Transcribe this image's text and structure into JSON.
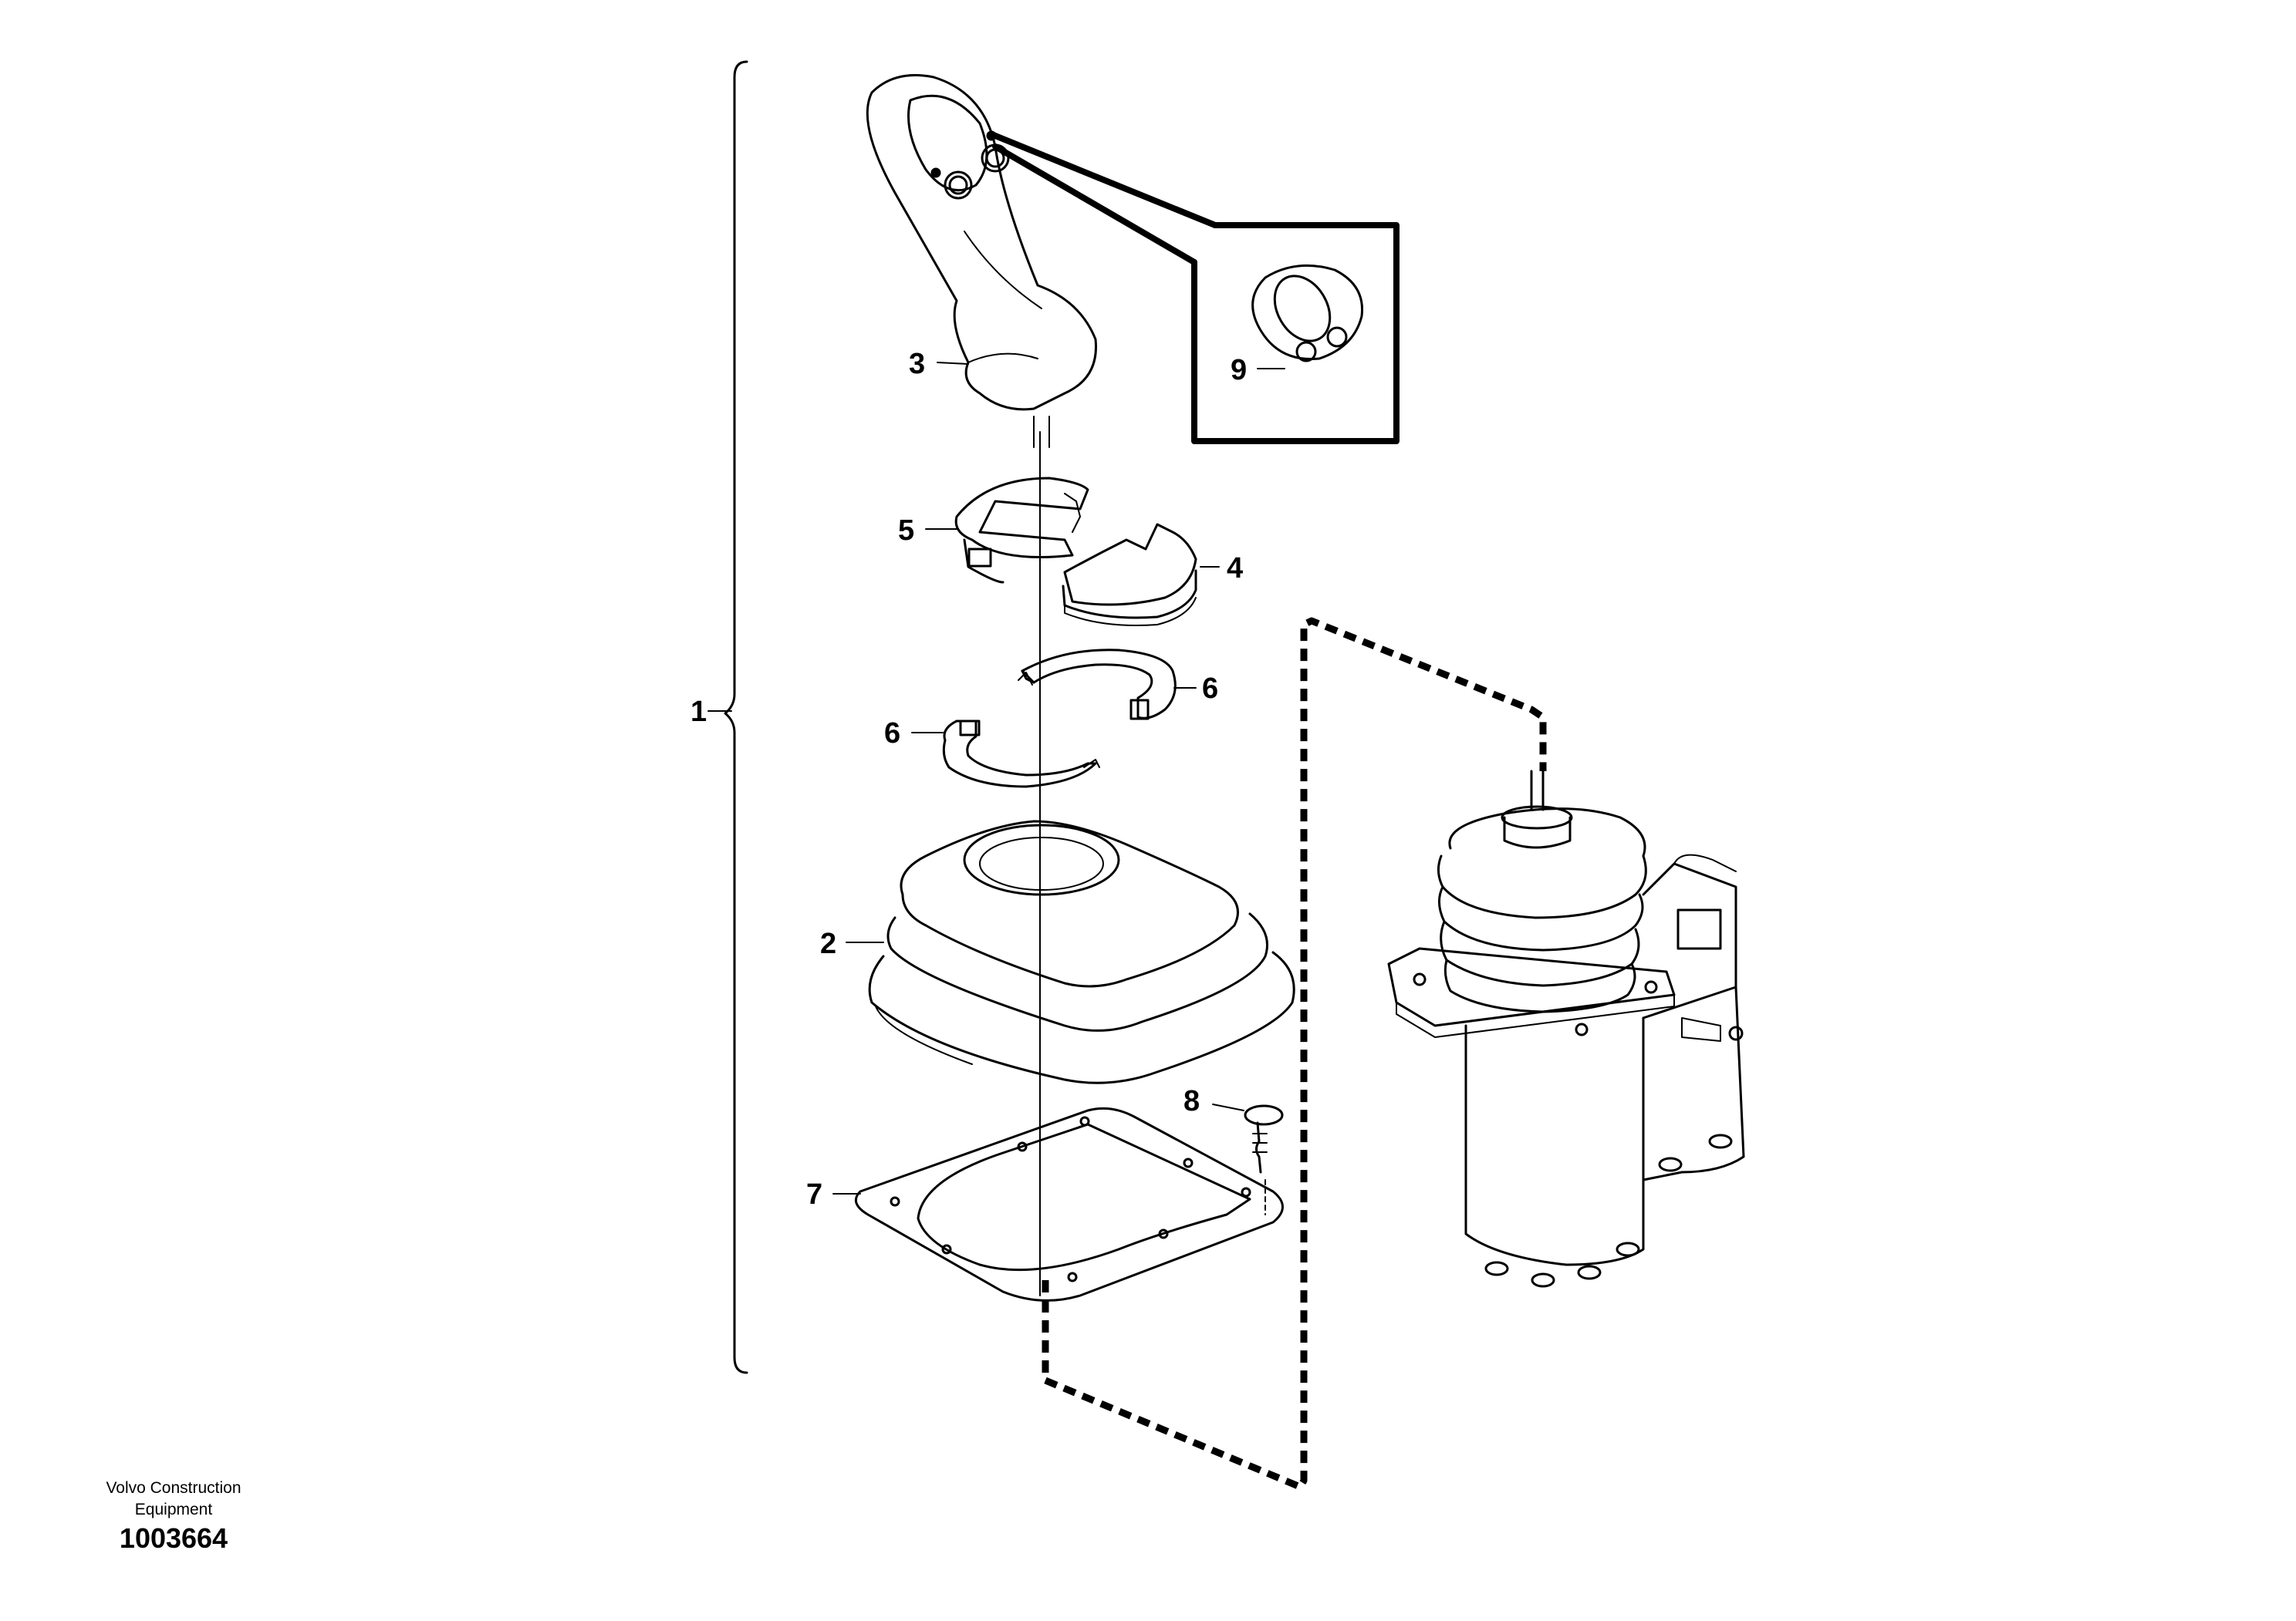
{
  "diagram": {
    "callouts": {
      "c1": "1",
      "c2": "2",
      "c3": "3",
      "c4": "4",
      "c5": "5",
      "c6a": "6",
      "c6b": "6",
      "c7": "7",
      "c8": "8",
      "c9": "9"
    }
  },
  "footer": {
    "brand_line1": "Volvo Construction",
    "brand_line2": "Equipment",
    "doc_number": "1003664"
  },
  "colors": {
    "ink": "#000000",
    "paper": "#ffffff"
  }
}
